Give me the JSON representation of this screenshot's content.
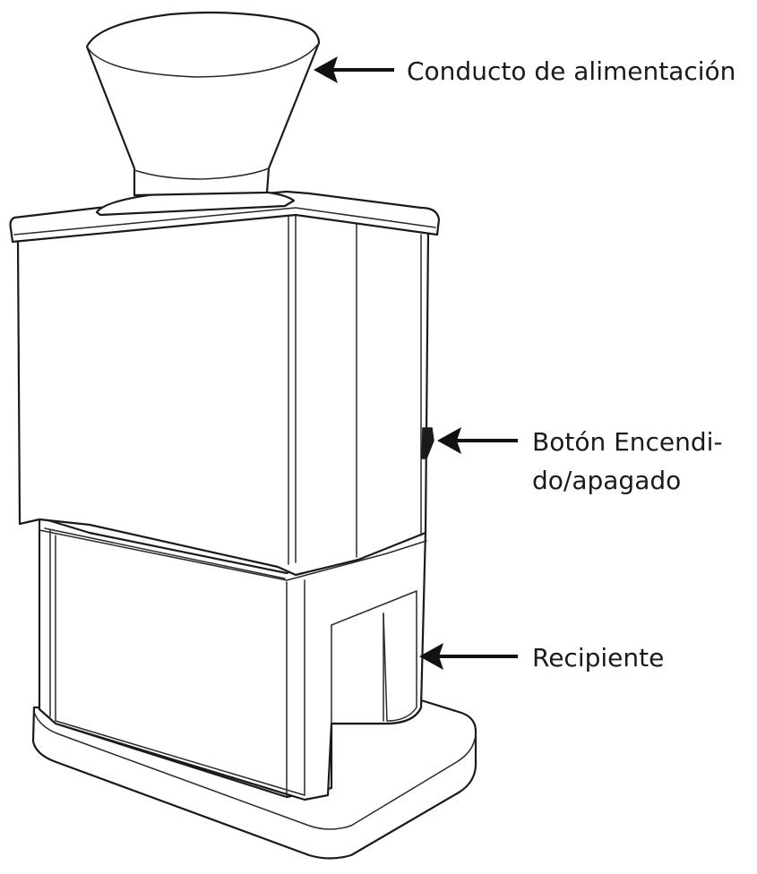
{
  "labels": {
    "feed_chute": "Conducto de alimentación",
    "power_button_line1": "Botón Encendi-",
    "power_button_line2": "do/apagado",
    "container": "Recipiente"
  }
}
